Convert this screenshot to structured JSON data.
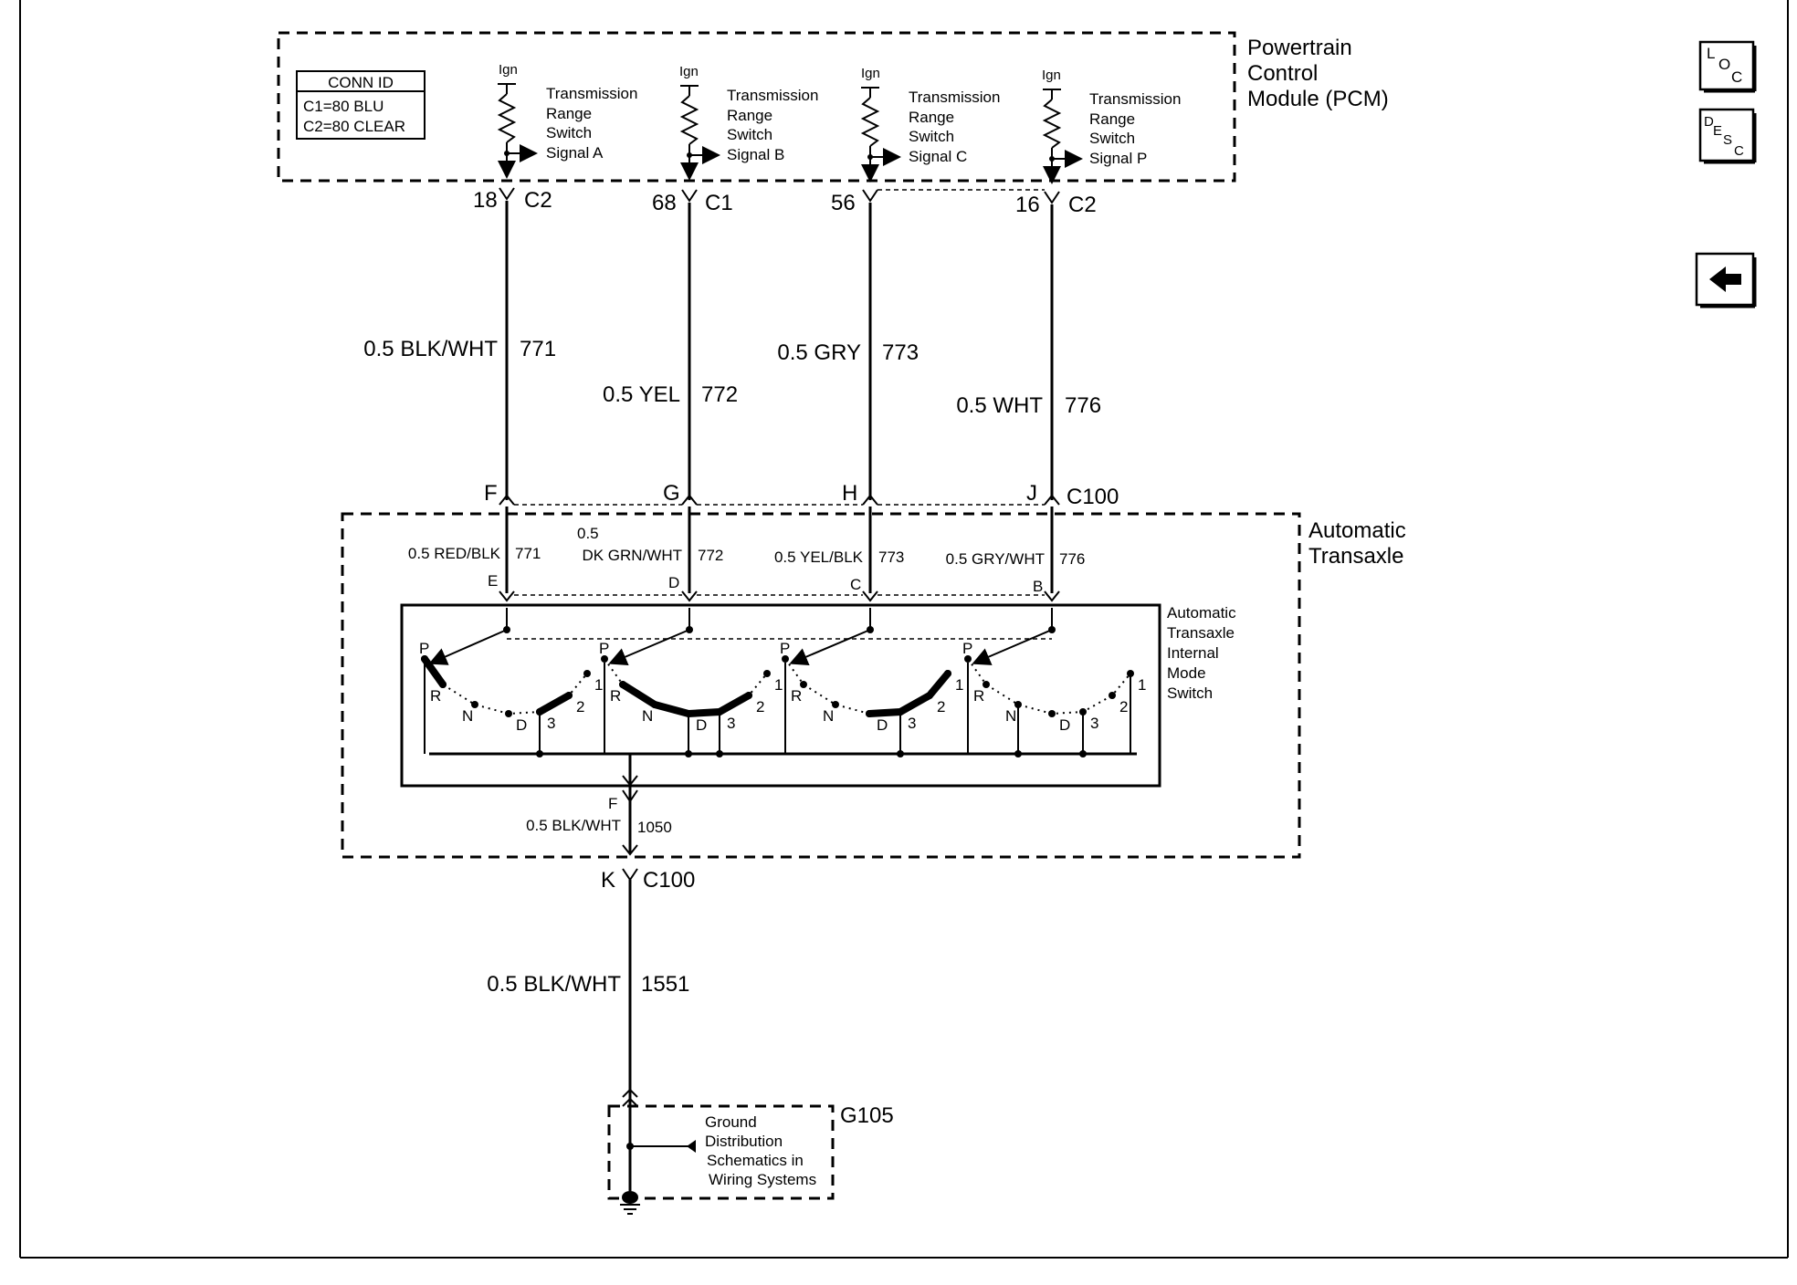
{
  "pcm": {
    "title_line1": "Powertrain",
    "title_line2": "Control",
    "title_line3": "Module (PCM)",
    "conn_id": {
      "header": "CONN ID",
      "line1": "C1=80 BLU",
      "line2": "C2=80 CLEAR"
    },
    "ign_label": "Ign",
    "signals": [
      {
        "line1": "Transmission",
        "line2": "Range",
        "line3": "Switch",
        "line4": "Signal A"
      },
      {
        "line1": "Transmission",
        "line2": "Range",
        "line3": "Switch",
        "line4": "Signal B"
      },
      {
        "line1": "Transmission",
        "line2": "Range",
        "line3": "Switch",
        "line4": "Signal C"
      },
      {
        "line1": "Transmission",
        "line2": "Range",
        "line3": "Switch",
        "line4": "Signal P"
      }
    ]
  },
  "pcm_pins": [
    {
      "pin": "18",
      "conn": "C2"
    },
    {
      "pin": "68",
      "conn": "C1"
    },
    {
      "pin": "56",
      "conn": ""
    },
    {
      "pin": "16",
      "conn": "C2"
    }
  ],
  "upper_wires": [
    {
      "gauge_color": "0.5 BLK/WHT",
      "circuit": "771"
    },
    {
      "gauge_color": "0.5 YEL",
      "circuit": "772"
    },
    {
      "gauge_color": "0.5 GRY",
      "circuit": "773"
    },
    {
      "gauge_color": "0.5 WHT",
      "circuit": "776"
    }
  ],
  "c100_top": {
    "pins": [
      "F",
      "G",
      "H",
      "J"
    ],
    "connector": "C100"
  },
  "transaxle": {
    "title_line1": "Automatic",
    "title_line2": "Transaxle",
    "inner_wires": [
      {
        "gauge": "",
        "color": "0.5 RED/BLK",
        "circuit": "771",
        "pin": "E"
      },
      {
        "gauge": "0.5",
        "color": "DK GRN/WHT",
        "circuit": "772",
        "pin": "D"
      },
      {
        "gauge": "",
        "color": "0.5 YEL/BLK",
        "circuit": "773",
        "pin": "C"
      },
      {
        "gauge": "",
        "color": "0.5 GRY/WHT",
        "circuit": "776",
        "pin": "B"
      }
    ],
    "switch_title": {
      "line1": "Automatic",
      "line2": "Transaxle",
      "line3": "Internal",
      "line4": "Mode",
      "line5": "Switch"
    },
    "positions": [
      "P",
      "R",
      "N",
      "D",
      "3",
      "2",
      "1"
    ],
    "ground_pin": "F",
    "ground_wire": {
      "gauge_color": "0.5 BLK/WHT",
      "circuit": "1050"
    }
  },
  "c100_bottom": {
    "pin": "K",
    "connector": "C100"
  },
  "lower_wire": {
    "gauge_color": "0.5 BLK/WHT",
    "circuit": "1551"
  },
  "ground": {
    "id": "G105",
    "line1": "Ground",
    "line2": "Distribution",
    "line3": "Schematics in",
    "line4": "Wiring Systems"
  },
  "nav": {
    "loc": {
      "l1": "L",
      "l2": "O",
      "l3": "C"
    },
    "desc": {
      "l1": "D",
      "l2": "E",
      "l3": "S",
      "l4": "C"
    },
    "back_icon": "left-arrow-icon"
  }
}
